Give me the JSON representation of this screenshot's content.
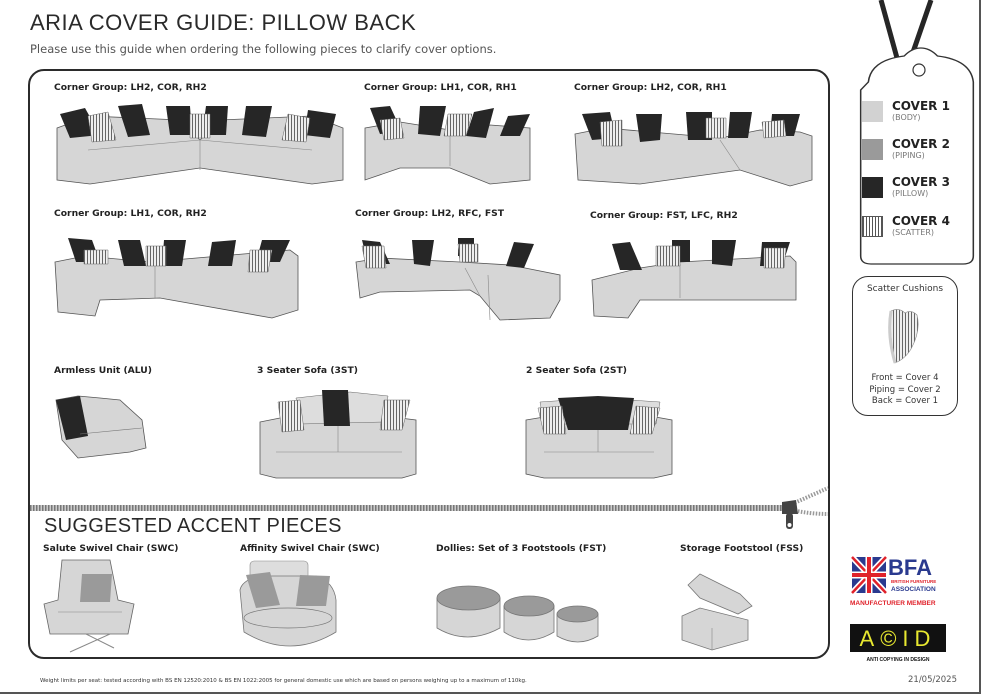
{
  "header": {
    "title": "ARIA COVER GUIDE: PILLOW BACK",
    "subtitle": "Please use this guide when ordering the following pieces to clarify cover options."
  },
  "pieces": [
    {
      "label": "Corner Group: LH2, COR, RH2"
    },
    {
      "label": "Corner Group: LH1, COR, RH1"
    },
    {
      "label": "Corner Group: LH2, COR, RH1"
    },
    {
      "label": "Corner Group: LH1, COR, RH2"
    },
    {
      "label": "Corner Group: LH2, RFC, FST"
    },
    {
      "label": "Corner Group: FST, LFC, RH2"
    },
    {
      "label": "Armless Unit (ALU)"
    },
    {
      "label": "3 Seater Sofa (3ST)"
    },
    {
      "label": "2 Seater Sofa (2ST)"
    }
  ],
  "legend": {
    "items": [
      {
        "title": "COVER 1",
        "sub": "(BODY)",
        "color": "#d2d2d2",
        "pattern": "solid"
      },
      {
        "title": "COVER 2",
        "sub": "(PIPING)",
        "color": "#9a9a9a",
        "pattern": "solid"
      },
      {
        "title": "COVER 3",
        "sub": "(PILLOW)",
        "color": "#262626",
        "pattern": "solid"
      },
      {
        "title": "COVER 4",
        "sub": "(SCATTER)",
        "color": "#ffffff",
        "pattern": "stripes"
      }
    ]
  },
  "scatter_cushions": {
    "title": "Scatter Cushions",
    "lines": [
      "Front = Cover 4",
      "Piping = Cover 2",
      "Back = Cover 1"
    ]
  },
  "accent": {
    "title": "SUGGESTED ACCENT PIECES",
    "items": [
      {
        "label": "Salute Swivel Chair (SWC)"
      },
      {
        "label": "Affinity Swivel Chair (SWC)"
      },
      {
        "label": "Dollies: Set of 3 Footstools (FST)"
      },
      {
        "label": "Storage Footstool (FSS)"
      }
    ]
  },
  "logos": {
    "bfa": {
      "mark": "BFA",
      "line1": "BRITISH FURNITURE",
      "line2": "ASSOCIATION",
      "member": "MANUFACTURER MEMBER"
    },
    "acid": {
      "mark": "ACID",
      "tagline": "ANTI COPYING IN DESIGN"
    }
  },
  "footer": {
    "note": "Weight limits per seat: tested according with BS EN 12520:2010 & BS EN 1022:2005 for general domestic use which are based on persons weighing up to a maximum of 110kg.",
    "date": "21/05/2025"
  },
  "colors": {
    "body": "#d6d6d6",
    "piping": "#9a9a9a",
    "pillow": "#262626",
    "outline": "#555555",
    "bfa_red": "#e0222b",
    "bfa_blue": "#2a3a8f",
    "acid_yellow": "#e8e830"
  }
}
